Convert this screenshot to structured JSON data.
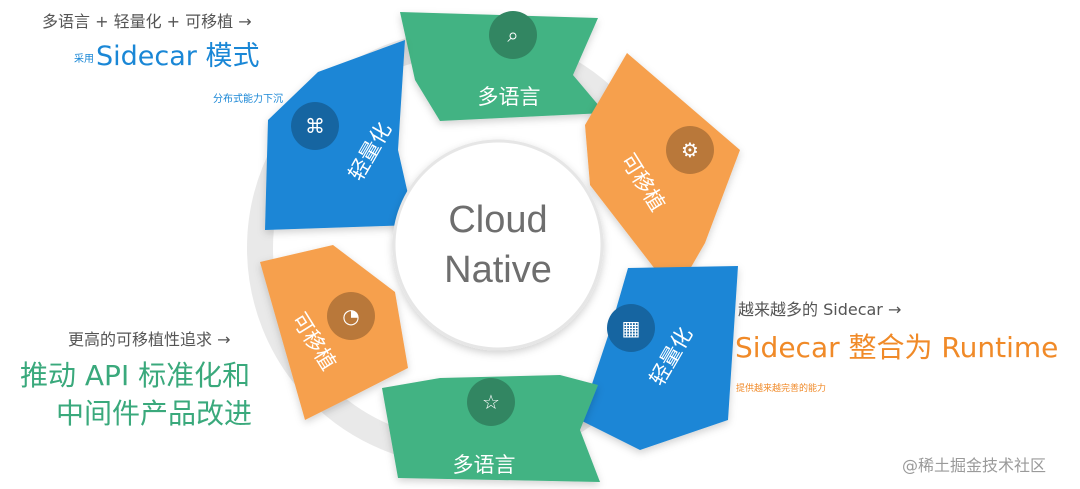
{
  "center": {
    "line1": "Cloud",
    "line2": "Native"
  },
  "segments": [
    {
      "id": "top",
      "label": "多语言",
      "color": "#43b383",
      "icon": "browser-search-icon"
    },
    {
      "id": "right-top",
      "label": "可移植",
      "color": "#f6a04d",
      "icon": "monitor-gear-icon"
    },
    {
      "id": "right-bottom",
      "label": "轻量化",
      "color": "#1d86d6",
      "icon": "chip-icon"
    },
    {
      "id": "bottom",
      "label": "多语言",
      "color": "#43b383",
      "icon": "clipboard-star-icon"
    },
    {
      "id": "left-bottom",
      "label": "可移植",
      "color": "#f6a04d",
      "icon": "satellite-dish-icon"
    },
    {
      "id": "left-top",
      "label": "轻量化",
      "color": "#1d86d6",
      "icon": "network-nodes-icon"
    }
  ],
  "annotations": {
    "top_left": {
      "subtitle": "多语言 + 轻量化 + 可移植 →",
      "prefix": "采用",
      "title": "Sidecar 模式",
      "note": "分布式能力下沉"
    },
    "bottom_left": {
      "subtitle": "更高的可移植性追求 →",
      "title_line1": "推动 API 标准化和",
      "title_line2": "中间件产品改进"
    },
    "right": {
      "subtitle": "越来越多的 Sidecar →",
      "title": "Sidecar 整合为 Runtime",
      "note": "提供越来越完善的能力"
    }
  },
  "watermark": "@稀土掘金技术社区"
}
